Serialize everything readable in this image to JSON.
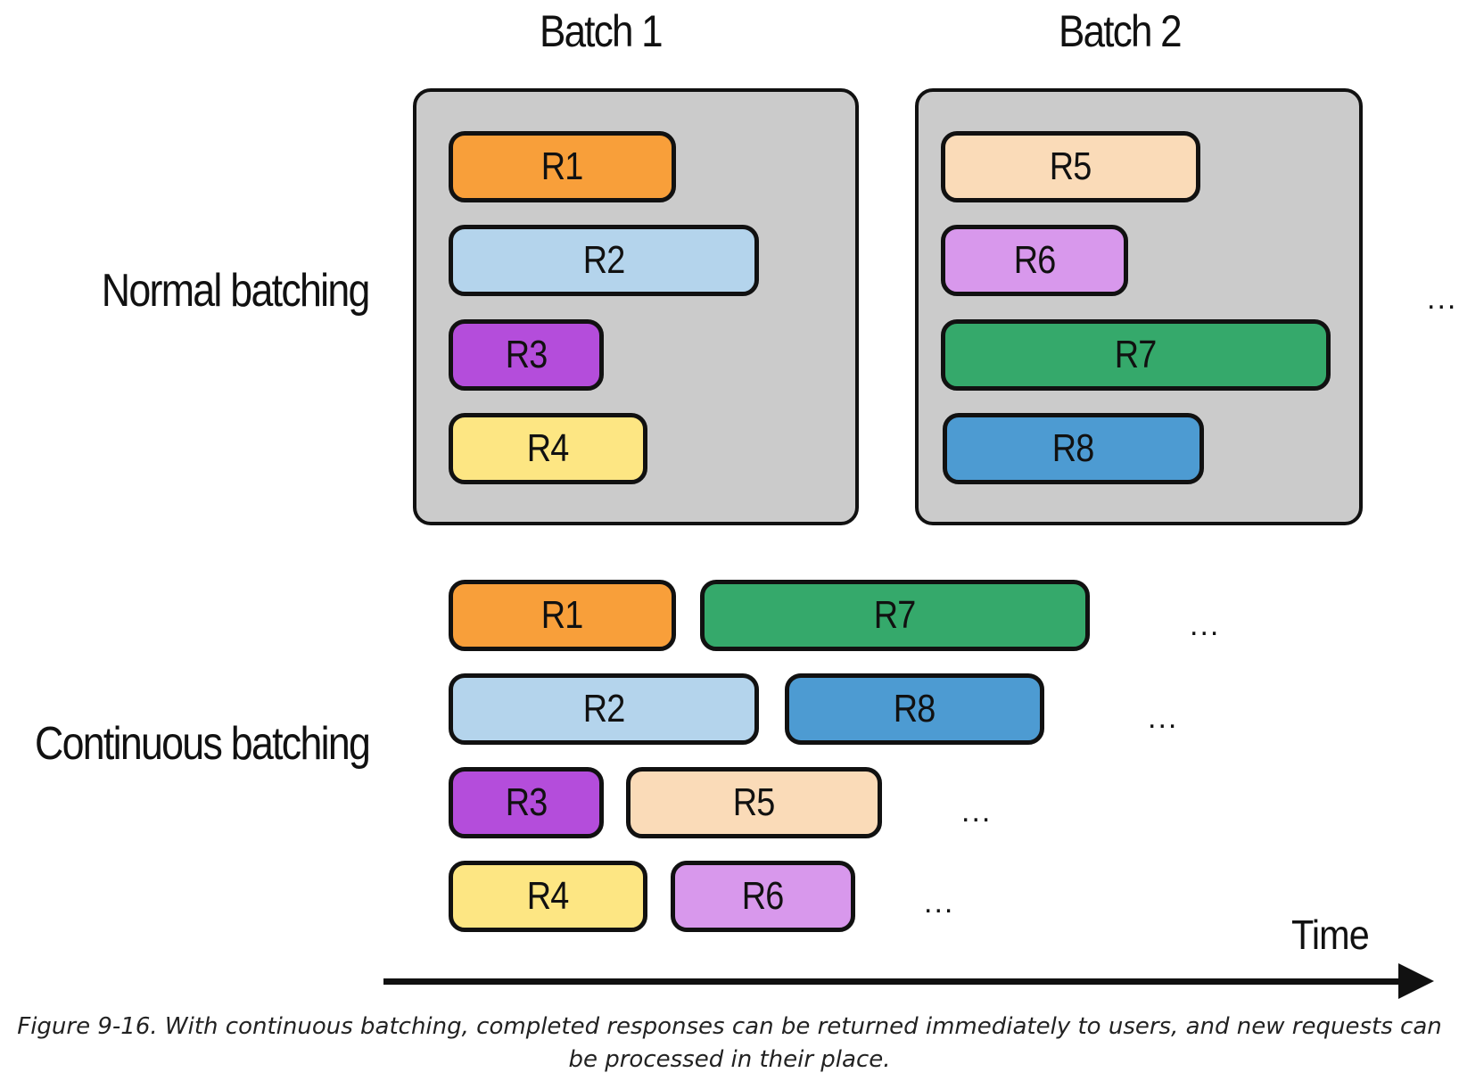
{
  "diagram": {
    "batch_headers": [
      "Batch 1",
      "Batch 2"
    ],
    "row_labels": {
      "normal": "Normal batching",
      "continuous": "Continuous batching"
    },
    "normal_batching": {
      "batch1": [
        "R1",
        "R2",
        "R3",
        "R4"
      ],
      "batch2": [
        "R5",
        "R6",
        "R7",
        "R8"
      ],
      "ellipsis": "..."
    },
    "continuous_batching": {
      "lane1": [
        "R1",
        "R7"
      ],
      "lane2": [
        "R2",
        "R8"
      ],
      "lane3": [
        "R3",
        "R5"
      ],
      "lane4": [
        "R4",
        "R6"
      ],
      "ellipsis": "..."
    },
    "axis_label": "Time",
    "request_colors": {
      "R1": "#f89f3a",
      "R2": "#b4d4ec",
      "R3": "#b44ddb",
      "R4": "#fde683",
      "R5": "#fadbb8",
      "R6": "#d898ec",
      "R7": "#35a96b",
      "R8": "#4d9bd2"
    },
    "batch_box_color": "#cbcbcb"
  },
  "caption": "Figure 9-16. With continuous batching, completed responses can be returned immediately to users, and new requests can be processed in their place."
}
